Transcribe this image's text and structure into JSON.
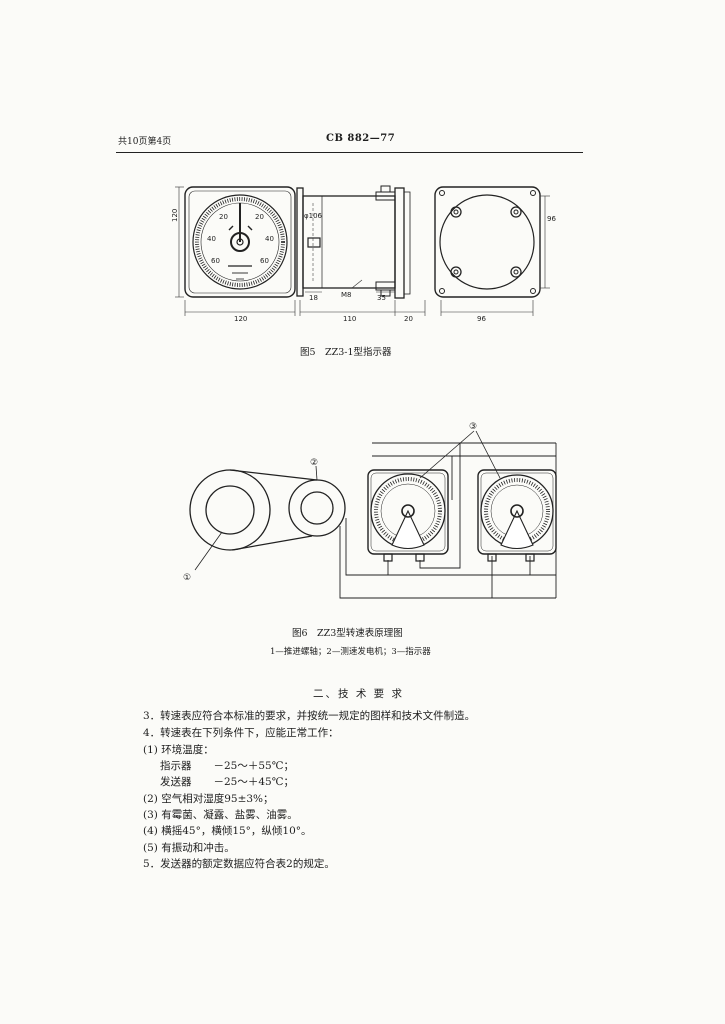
{
  "header": {
    "left": "共10页第4页",
    "center": "CB 882—77"
  },
  "figure5": {
    "caption": "图5　ZZ3-1型指示器",
    "dims": {
      "front_height": "120",
      "front_width": "120",
      "diameter": "φ106",
      "flange": "18",
      "thread": "M8",
      "stud": "35",
      "depth": "110",
      "rear": "20",
      "back_width": "96",
      "back_height": "96"
    },
    "dial_labels": [
      "20",
      "20",
      "40",
      "40",
      "60",
      "60"
    ]
  },
  "figure6": {
    "caption": "图6　ZZ3型转速表原理图",
    "legend": "1—推进螺轴；2—测速发电机；3—指示器",
    "markers": {
      "shaft": "①",
      "generator": "②",
      "indicator": "③"
    }
  },
  "section": {
    "title": "二、技 术 要 求"
  },
  "clauses": [
    {
      "text": "3．转速表应符合本标准的要求，并按统一规定的图样和技术文件制造。"
    },
    {
      "text": "4．转速表在下列条件下，应能正常工作："
    },
    {
      "text": "(1) 环境温度："
    },
    {
      "label": "指示器",
      "value": "－25～＋55℃；"
    },
    {
      "label": "发送器",
      "value": "－25～＋45℃；"
    },
    {
      "text": "(2) 空气相对湿度95±3%；"
    },
    {
      "text": "(3) 有霉菌、凝露、盐雾、油雾。"
    },
    {
      "text": "(4) 横摇45°，横倾15°，纵倾10°。"
    },
    {
      "text": "(5) 有振动和冲击。"
    },
    {
      "text": "5．发送器的额定数据应符合表2的规定。"
    }
  ]
}
